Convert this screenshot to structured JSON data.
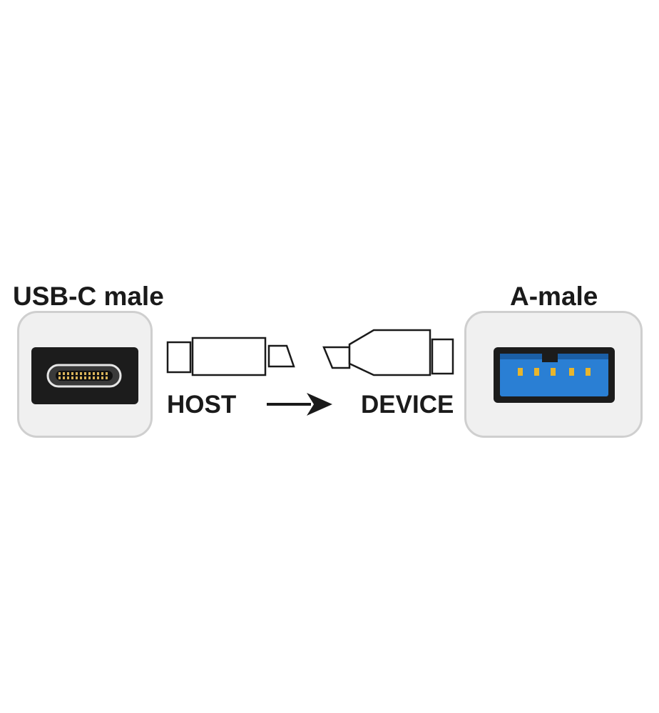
{
  "connectors": {
    "left": {
      "title": "USB-C male",
      "icon": "usb-c-port-icon"
    },
    "right": {
      "title": "A-male",
      "icon": "usb-a-port-icon",
      "accent": "#2a7fd4"
    }
  },
  "flow": {
    "from": "HOST",
    "to": "DEVICE",
    "arrow_icon": "right-arrow-icon"
  },
  "colors": {
    "panel_bg": "#f0f0f0",
    "panel_border": "#cfcfcf",
    "usb_c_body": "#1c1c1c",
    "usb_c_pins": "#d9b35a",
    "usb_a_blue": "#2a7fd4",
    "usb_a_pins": "#e8b52c"
  }
}
